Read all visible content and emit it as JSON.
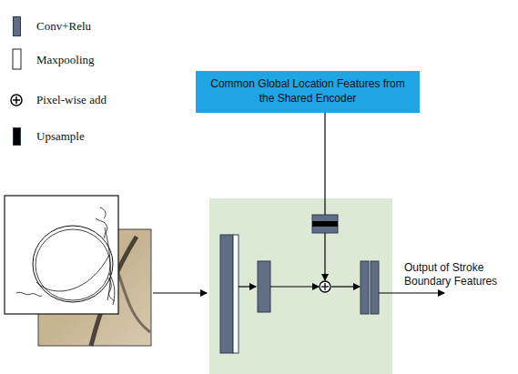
{
  "diagram": {
    "nodes": [
      {
        "text": [
          "Common Global Location Features from the Shared Encoder"
        ]
      }
    ],
    "labels": [
      "Output of Stroke Boundary Features"
    ],
    "legend": [
      {
        "text": "Conv+Relu",
        "color": "#5f6e85"
      },
      {
        "text": "Maxpooling"
      },
      {
        "text": "Pixel-wise add"
      },
      {
        "text": "Upsample",
        "color": "#000000"
      }
    ]
  }
}
